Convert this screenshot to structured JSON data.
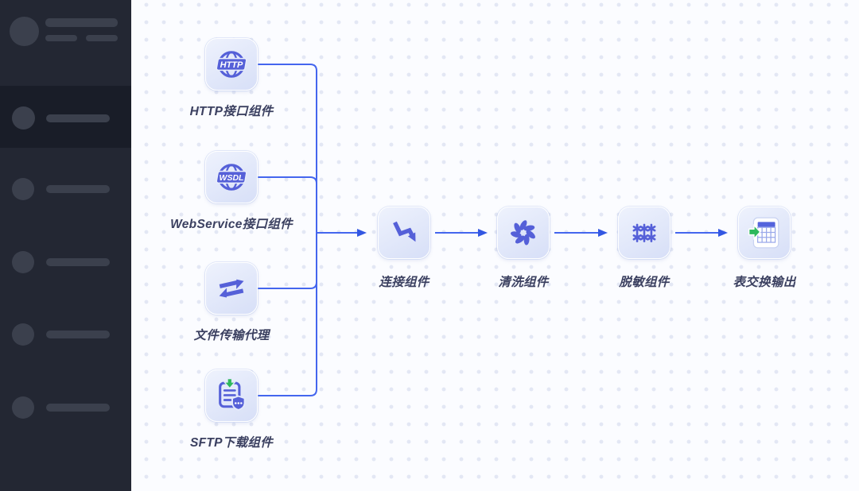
{
  "sidebar": {
    "type": "skeleton-nav",
    "item_count": 5,
    "active_index": 0
  },
  "flow": {
    "nodes": [
      {
        "id": "http",
        "label": "HTTP接口组件",
        "icon": "globe-http-icon",
        "badge": "HTTP"
      },
      {
        "id": "webservice",
        "label": "WebService接口组件",
        "icon": "globe-wsdl-icon",
        "badge": "WSDL"
      },
      {
        "id": "file-transfer",
        "label": "文件传输代理",
        "icon": "transfer-arrows-icon"
      },
      {
        "id": "sftp-download",
        "label": "SFTP下载组件",
        "icon": "document-download-shield-icon"
      },
      {
        "id": "connect",
        "label": "连接组件",
        "icon": "polyline-arrow-icon"
      },
      {
        "id": "clean",
        "label": "清洗组件",
        "icon": "pinwheel-icon"
      },
      {
        "id": "mask",
        "label": "脱敏组件",
        "icon": "asterisks-icon"
      },
      {
        "id": "table-output",
        "label": "表交换输出",
        "icon": "table-export-icon"
      }
    ],
    "edges": [
      {
        "from": "http",
        "to": "connect"
      },
      {
        "from": "webservice",
        "to": "connect"
      },
      {
        "from": "file-transfer",
        "to": "connect"
      },
      {
        "from": "sftp-download",
        "to": "connect"
      },
      {
        "from": "connect",
        "to": "clean"
      },
      {
        "from": "clean",
        "to": "mask"
      },
      {
        "from": "mask",
        "to": "table-output"
      }
    ]
  },
  "colors": {
    "sidebar_bg": "#232733",
    "sidebar_active_bg": "#191d28",
    "skeleton": "#3b404d",
    "canvas_bg": "#fbfcff",
    "grid_dot": "#e3e7f4",
    "node_fill": "#dce3f9",
    "icon_indigo": "#5560d8",
    "edge_blue": "#4466ee",
    "label_text": "#3b4060",
    "accent_green": "#2eb85c"
  }
}
